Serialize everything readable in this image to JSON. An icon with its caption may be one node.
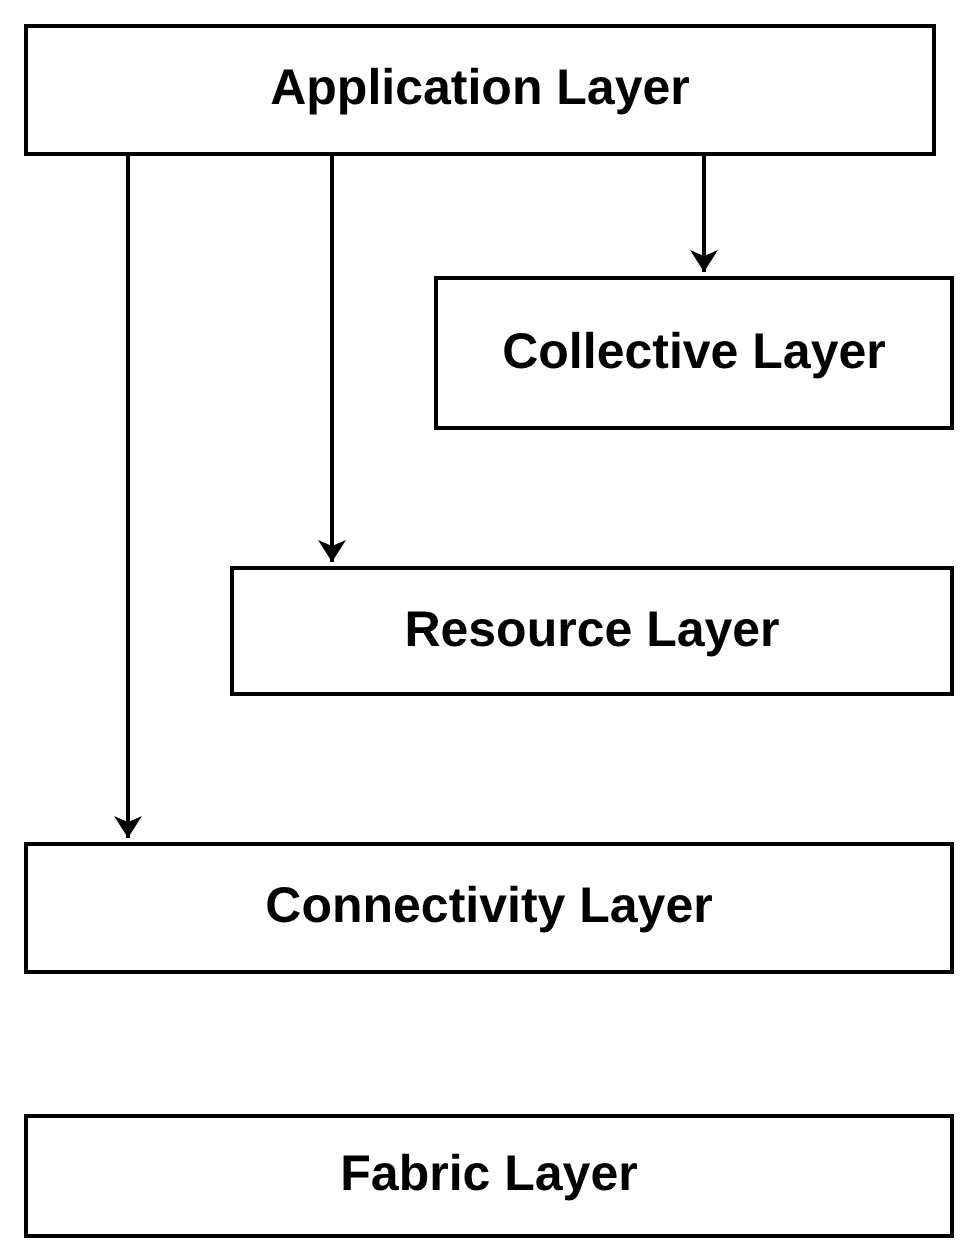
{
  "diagram": {
    "nodes": [
      {
        "text": [
          "Application Layer"
        ]
      },
      {
        "text": [
          "Collective Layer"
        ]
      },
      {
        "text": [
          "Resource Layer"
        ]
      },
      {
        "text": [
          "Connectivity Layer"
        ]
      },
      {
        "text": [
          "Fabric Layer"
        ]
      }
    ],
    "edges": [
      {
        "from": 0,
        "to": 1,
        "arrow": "to"
      },
      {
        "from": 0,
        "to": 2,
        "arrow": "to"
      },
      {
        "from": 0,
        "to": 3,
        "arrow": "to"
      }
    ]
  }
}
